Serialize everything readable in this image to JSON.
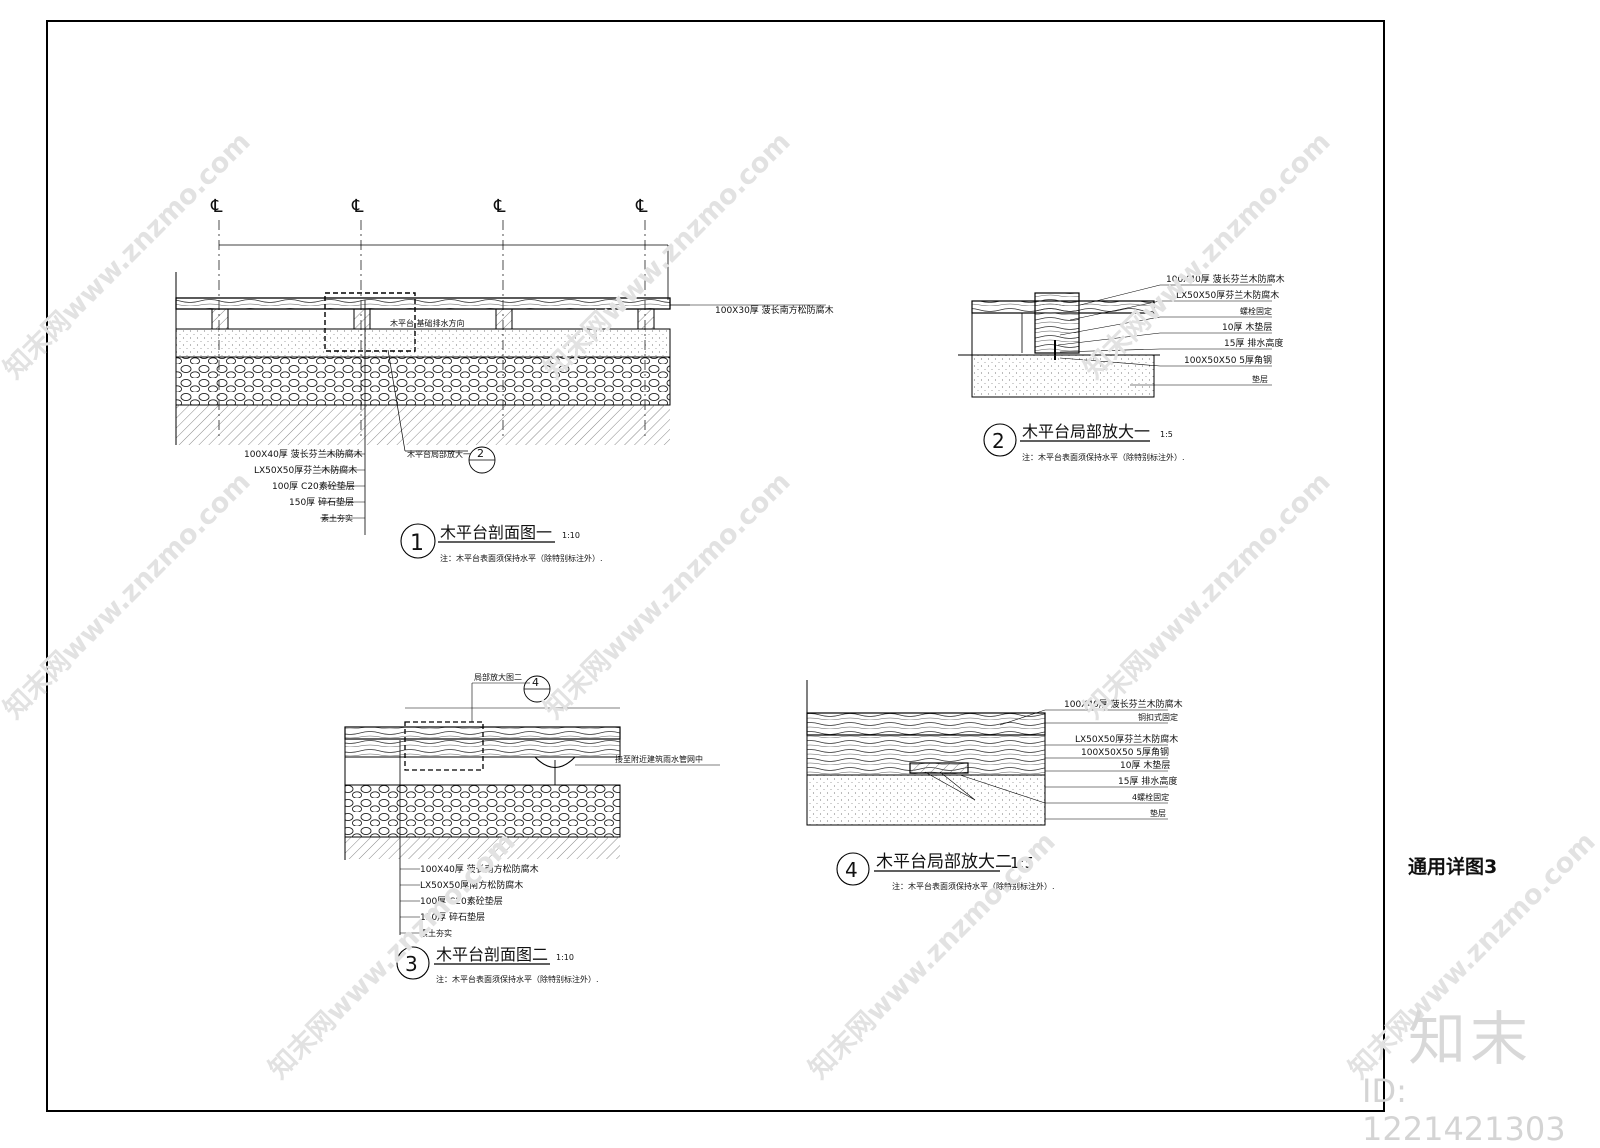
{
  "sheet": {
    "title": "通用详图3",
    "brand": "知末",
    "id_text": "ID: 1221421303"
  },
  "watermark": "知末网www.znzmo.com",
  "section1": {
    "num": "1",
    "title": "木平台剖面图一",
    "scale": "1:10",
    "note": "注：木平台表面须保持水平（除特别标注外）.",
    "cl_mark": "℄",
    "right_label": "100X30厚  菠长南方松防腐木",
    "drain_dir": "木平台  基础排水方向",
    "callout_text": "木平台局部放大一",
    "callout_num": "2",
    "layers": [
      "100X40厚  菠长芬兰木防腐木",
      "LX50X50厚芬兰木防腐木",
      "100厚  C20素砼垫层",
      "150厚  碎石垫层",
      "素土夯实"
    ]
  },
  "section2": {
    "num": "2",
    "title": "木平台局部放大一",
    "scale": "1:5",
    "note": "注：木平台表面须保持水平（除特别标注外）.",
    "labels": [
      "100X40厚  菠长芬兰木防腐木",
      "LX50X50厚芬兰木防腐木",
      "螺栓固定",
      "10厚  木垫层",
      "15厚  排水高度",
      "100X50X50  5厚角钢",
      "垫层"
    ]
  },
  "section3": {
    "num": "3",
    "title": "木平台剖面图二",
    "scale": "1:10",
    "note": "注：木平台表面须保持水平（除特别标注外）.",
    "callout_text": "局部放大图二",
    "callout_num": "4",
    "drain_label": "接至附近建筑雨水管网中",
    "layers": [
      "100X40厚  菠长南方松防腐木",
      "LX50X50厚南方松防腐木",
      "100厚  C20素砼垫层",
      "150厚  碎石垫层",
      "素土夯实"
    ]
  },
  "section4": {
    "num": "4",
    "title": "木平台局部放大二",
    "scale": "1:5",
    "note": "注：木平台表面须保持水平（除特别标注外）.",
    "labels": [
      "100X40厚  菠长芬兰木防腐木",
      "铜扣式固定",
      "LX50X50厚芬兰木防腐木",
      "100X50X50  5厚角钢",
      "10厚  木垫层",
      "15厚  排水高度",
      "4螺栓固定",
      "垫层"
    ]
  }
}
